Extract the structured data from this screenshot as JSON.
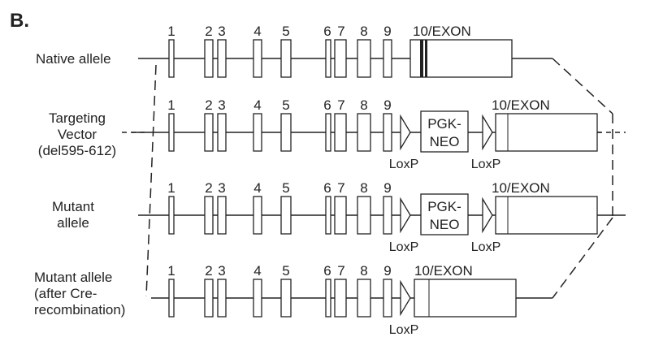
{
  "panel_label": "B.",
  "exon_numbers": [
    "1",
    "2",
    "3",
    "4",
    "5",
    "6",
    "7",
    "8",
    "9"
  ],
  "last_exon_label": "10/EXON",
  "loxp_label": "LoxP",
  "cassette": {
    "line1": "PGK-",
    "line2": "NEO"
  },
  "rows": [
    {
      "id": "native",
      "label_lines": [
        "Native allele"
      ],
      "has_cassette": false,
      "loxp_count": 0
    },
    {
      "id": "targeting",
      "label_lines": [
        "Targeting",
        "Vector",
        "(del595-612)"
      ],
      "has_cassette": true,
      "loxp_count": 2
    },
    {
      "id": "mutant",
      "label_lines": [
        "Mutant",
        "allele"
      ],
      "has_cassette": true,
      "loxp_count": 2
    },
    {
      "id": "cre",
      "label_lines": [
        "Mutant allele",
        "(after Cre-",
        "recombination)"
      ],
      "has_cassette": false,
      "loxp_count": 1
    }
  ]
}
